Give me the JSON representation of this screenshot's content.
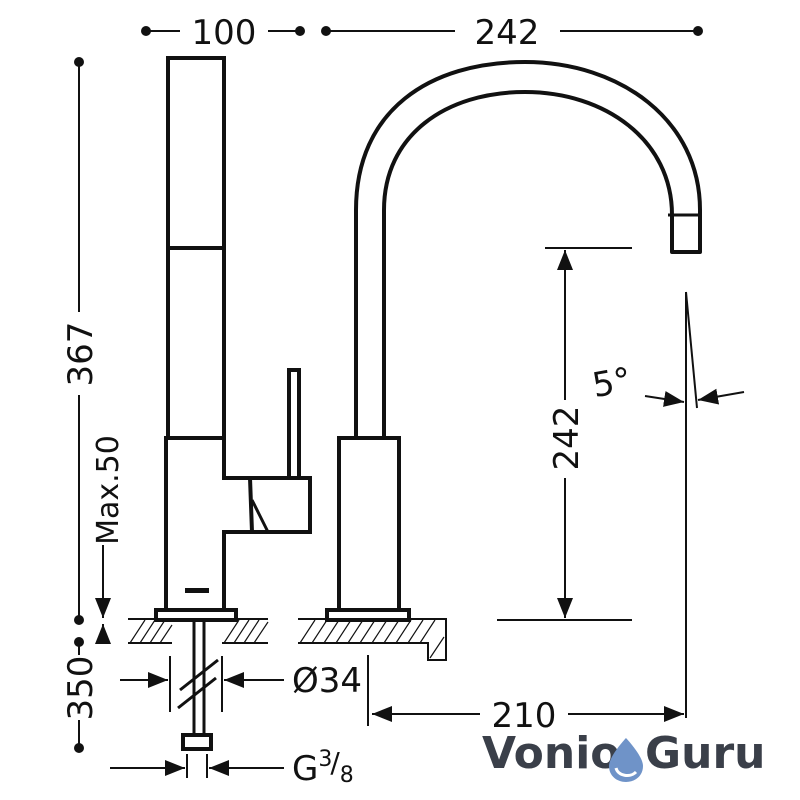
{
  "dimensions": {
    "top_left_width": "100",
    "top_right_reach": "242",
    "overall_height": "367",
    "spout_height": "242",
    "max_deck": "Max.50",
    "below_deck": "350",
    "hole_diameter": "Ø34",
    "connection_base": "G",
    "connection_sup": "3",
    "connection_sub": "8",
    "spout_offset": "210",
    "spout_angle": "5°"
  },
  "logo": {
    "part1": "Vonio",
    "part2": "Guru",
    "color_dark": "#3a3f49",
    "color_accent": "#6f93c8"
  }
}
